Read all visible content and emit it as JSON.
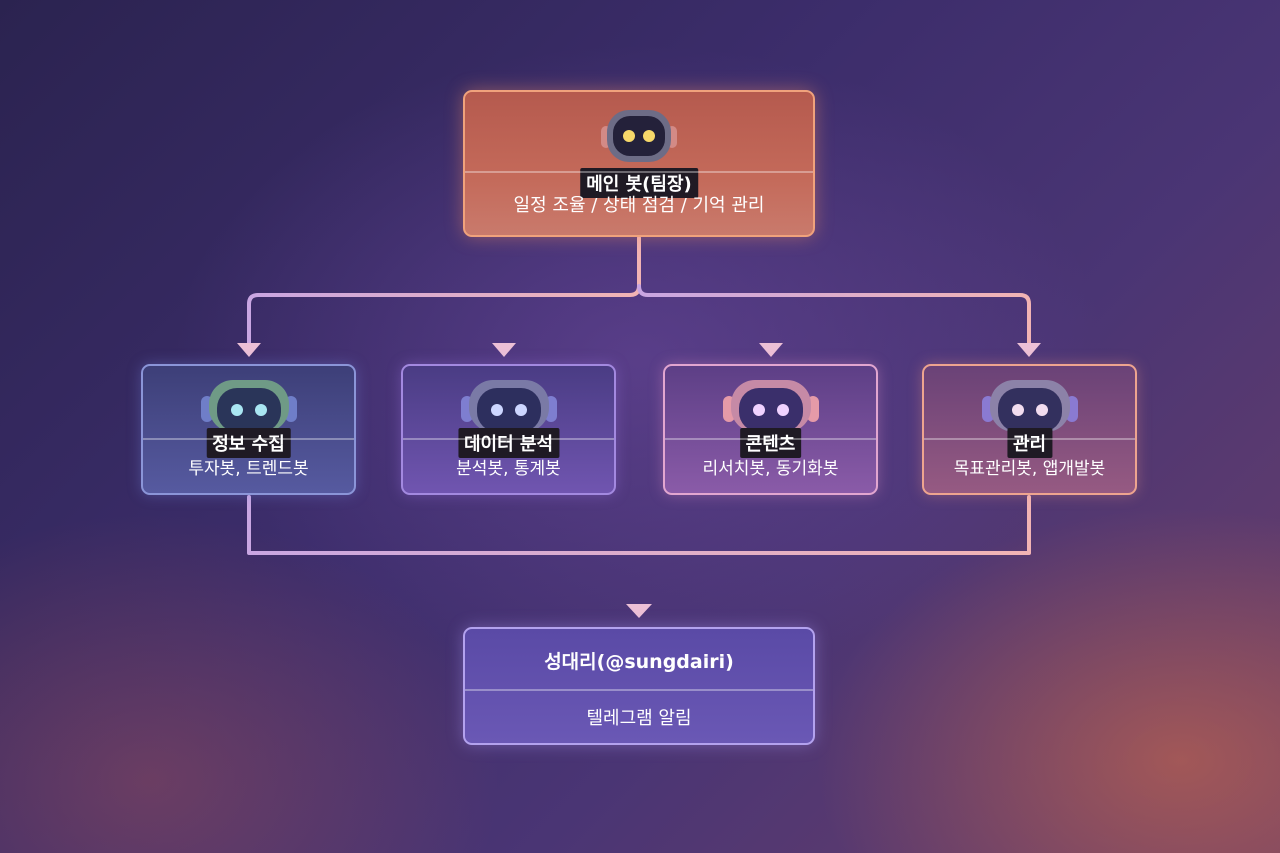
{
  "main_node": {
    "title": "메인 봇(팀장)",
    "description": "일정 조율 / 상태 점검 / 기억 관리"
  },
  "sub_nodes": [
    {
      "title": "정보 수집",
      "description": "투자봇, 트렌드봇"
    },
    {
      "title": "데이터 분석",
      "description": "분석봇, 통계봇"
    },
    {
      "title": "콘텐츠",
      "description": "리서치봇, 동기화봇"
    },
    {
      "title": "관리",
      "description": "목표관리봇, 앱개발봇"
    }
  ],
  "bottom_node": {
    "title": "성대리(@sungdairi)",
    "description": "텔레그램 알림"
  },
  "colors": {
    "connector": "#e8b6c8",
    "main_border": "#f0a27c"
  },
  "icons": [
    "robot-icon"
  ]
}
